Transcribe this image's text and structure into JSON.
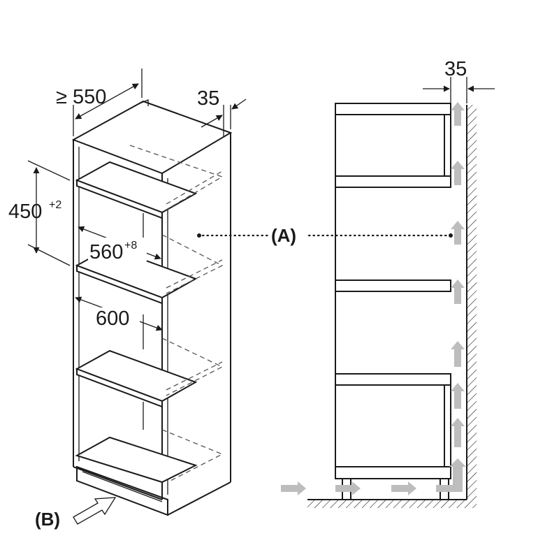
{
  "labels": {
    "depth_min": "≥ 550",
    "gap_left": "35",
    "height_main": "450",
    "height_tol": "+2",
    "width_inner": "560",
    "width_tol": "+8",
    "width_outer": "600",
    "gap_right": "35",
    "callout_a": "(A)",
    "callout_b": "(B)"
  },
  "colors": {
    "line": "#1a1a1a",
    "airflow_arrow": "#bdbdbd",
    "background": "#ffffff"
  }
}
